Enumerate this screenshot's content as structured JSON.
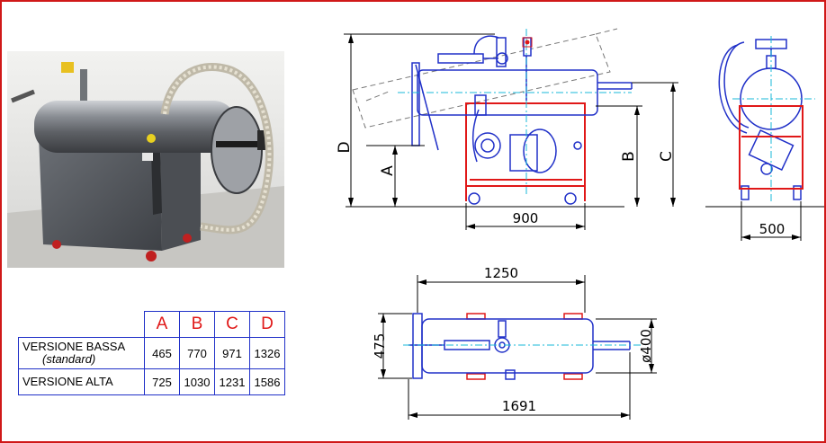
{
  "drawing": {
    "dimensions": {
      "side_length": "900",
      "front_width": "500",
      "top_length": "1250",
      "overall_length": "1691",
      "top_height": "475",
      "tank_diameter": "ø400",
      "letter_a": "A",
      "letter_b": "B",
      "letter_c": "C",
      "letter_d": "D"
    }
  },
  "table": {
    "headers": [
      "A",
      "B",
      "C",
      "D"
    ],
    "rows": [
      {
        "label": "VERSIONE BASSA",
        "sublabel": "(standard)",
        "values": [
          "465",
          "770",
          "971",
          "1326"
        ]
      },
      {
        "label": "VERSIONE ALTA",
        "sublabel": "",
        "values": [
          "725",
          "1030",
          "1231",
          "1586"
        ]
      }
    ]
  },
  "colors": {
    "frame": "#d01818",
    "outline_blue": "#2030c8",
    "frame_red": "#e01818",
    "center_cyan": "#18b8d8",
    "dimension_black": "#000000"
  }
}
